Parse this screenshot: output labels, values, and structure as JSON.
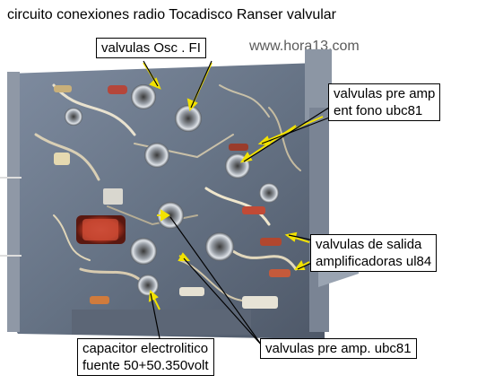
{
  "title": "circuito conexiones radio Tocadisco  Ranser valvular",
  "website": "www.hora13.com",
  "labels": {
    "osc_fi": "valvulas Osc . FI",
    "pre_amp_fono_line1": "valvulas pre amp",
    "pre_amp_fono_line2": "ent fono  ubc81",
    "salida_line1": "valvulas de salida",
    "salida_line2": "amplificadoras ul84",
    "capacitor_line1": "capacitor electrolitico",
    "capacitor_line2": "fuente  50+50.350volt",
    "pre_amp_bottom": "valvulas pre amp. ubc81"
  },
  "colors": {
    "arrow": "#f2e200",
    "chassis": "#6f7c8e",
    "lines": "#000000"
  }
}
